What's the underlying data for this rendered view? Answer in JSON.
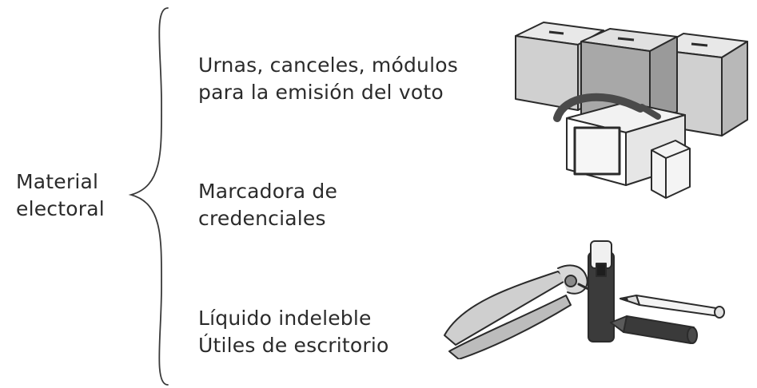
{
  "root": {
    "line1": "Material",
    "line2": "electoral"
  },
  "branches": [
    {
      "line1": "Urnas, canceles, módulos",
      "line2": "para la emisión del voto"
    },
    {
      "line1": "Marcadora de",
      "line2": "credenciales"
    },
    {
      "line1": "Líquido indeleble",
      "line2": "Útiles de escritorio"
    }
  ],
  "icons": {
    "ballot_boxes": "ballot-box-illustration",
    "supplies": "office-supplies-illustration"
  }
}
